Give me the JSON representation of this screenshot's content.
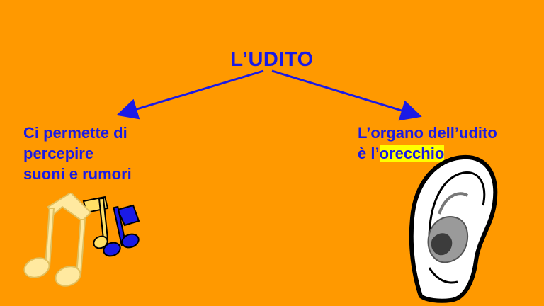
{
  "title": "L’UDITO",
  "left": {
    "lines": [
      "Ci permette di",
      "percepire",
      "suoni e rumori"
    ]
  },
  "right": {
    "line1": "L’organo dell’udito",
    "line2_prefix": "è l’",
    "line2_highlight": "orecchio"
  },
  "colors": {
    "background": "#FF9900",
    "text": "#1A1AE6",
    "highlight": "#FFFF00"
  },
  "images": {
    "left": "music-notes",
    "right": "ear"
  }
}
